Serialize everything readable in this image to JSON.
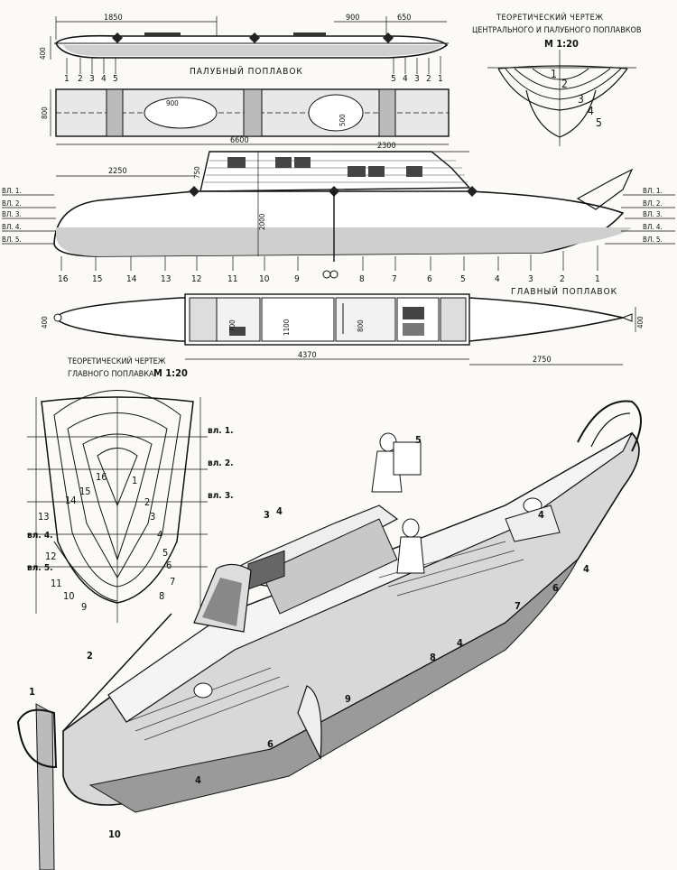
{
  "texts": {
    "deck_float": "ПАЛУБНЫЙ   ПОПЛАВОК",
    "main_float": "ГЛАВНЫЙ  ПОПЛАВОК",
    "theory_top_line1": "ТЕОРЕТИЧЕСКИЙ ЧЕРТЕЖ",
    "theory_top_line2": "ЦЕНТРАЛЬНОГО И ПАЛУБНОГО ПОПЛАВКОВ",
    "theory_top_scale": "М 1:20",
    "theory_main_line1": "ТЕОРЕТИЧЕСКИЙ ЧЕРТЕЖ",
    "theory_main_line2": "ГЛАВНОГО ПОПЛАВКА",
    "theory_main_scale": "М 1:20"
  },
  "dims": {
    "d1850": "1850",
    "d900a": "900",
    "d650": "650",
    "d400a": "400",
    "d800": "800",
    "d900b": "900",
    "d500": "500",
    "d6600": "6600",
    "d2300": "2300",
    "d2250": "2250",
    "d750": "750",
    "d2000": "2000",
    "d400b": "400",
    "d700": "700",
    "d1100": "1100",
    "d800b": "800",
    "d4370": "4370",
    "d2750": "2750",
    "d400c": "400"
  },
  "waterlines": [
    "ВЛ. 1.",
    "ВЛ. 2.",
    "ВЛ. 3.",
    "ВЛ. 4.",
    "ВЛ. 5."
  ],
  "waterlines_body": [
    "вл. 1.",
    "вл. 2.",
    "вл. 3.",
    "вл. 4.",
    "вл. 5."
  ],
  "deck_frames_left": [
    "1",
    "2",
    "3",
    "4",
    "5"
  ],
  "deck_frames_right": [
    "5",
    "4",
    "3",
    "2",
    "1"
  ],
  "top_body_frames": [
    "1",
    "2",
    "3",
    "4",
    "5"
  ],
  "main_frames": [
    "16",
    "15",
    "14",
    "13",
    "12",
    "11",
    "10",
    "9",
    "8",
    "7",
    "6",
    "5",
    "4",
    "3",
    "2",
    "1"
  ],
  "body_frames_left": [
    "16",
    "15",
    "14",
    "13",
    "12",
    "11",
    "10",
    "9"
  ],
  "body_frames_right": [
    "1",
    "2",
    "3",
    "4",
    "5",
    "6",
    "7",
    "8"
  ],
  "callouts": [
    "1",
    "2",
    "3",
    "4",
    "4",
    "4",
    "4",
    "5",
    "6",
    "6",
    "7",
    "8",
    "9",
    "10",
    "4"
  ]
}
